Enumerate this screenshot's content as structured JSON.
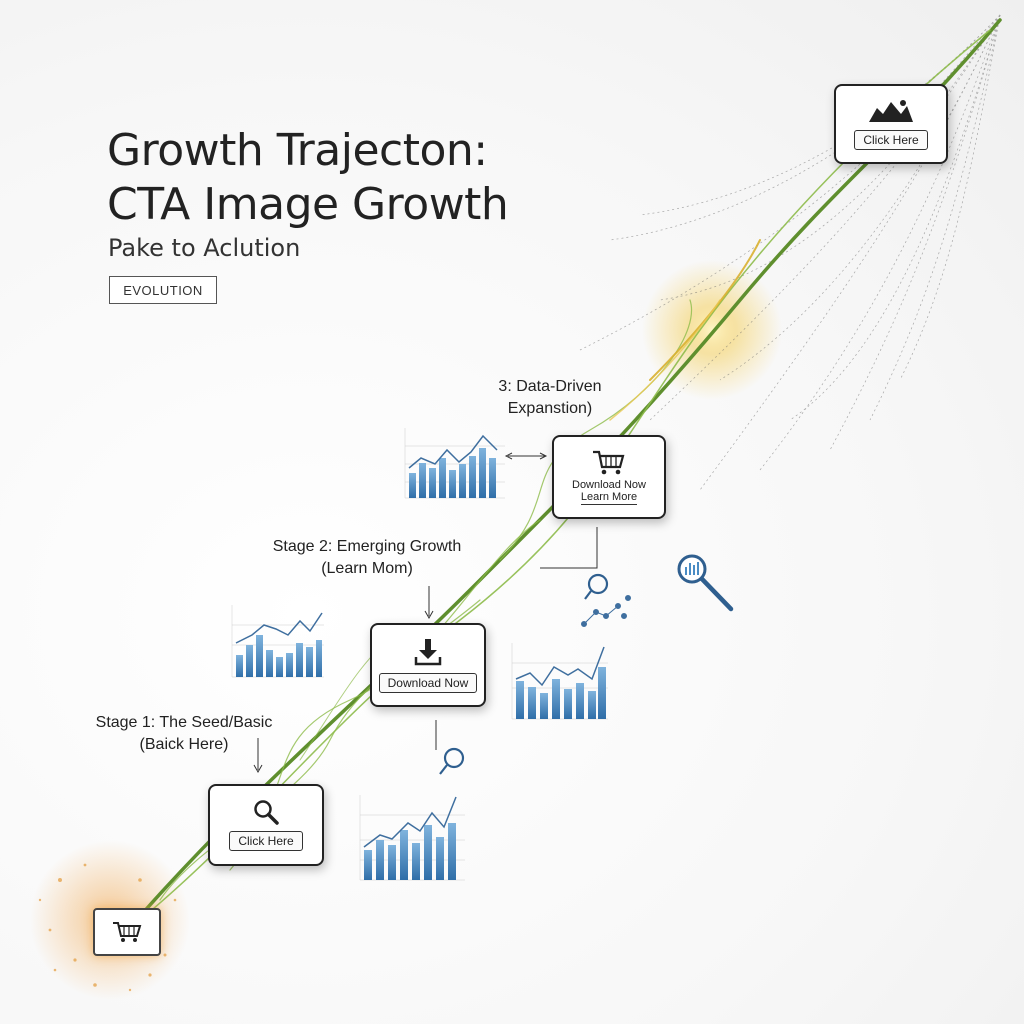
{
  "title": {
    "line1": "Growth Trajecton:",
    "line2": "CTA Image Growth"
  },
  "subtitle": "Pake to Aclution",
  "tag": "EVOLUTION",
  "stages": {
    "stage1": {
      "line1": "Stage 1: The Seed/Basic",
      "line2": "(Baick Here)"
    },
    "stage2": {
      "line1": "Stage 2: Emerging Growth",
      "line2": "(Learn Mom)"
    },
    "stage3": {
      "line1": "3: Data-Driven",
      "line2": "Expanstion)"
    }
  },
  "cards": {
    "stage1": {
      "button": "Click Here",
      "icon": "magnifier-icon"
    },
    "stage2": {
      "button": "Download Now",
      "icon": "download-icon"
    },
    "stage3": {
      "button": "Download Now",
      "link": "Learn More",
      "icon": "cart-icon"
    },
    "stage4": {
      "button": "Click Here",
      "icon": "image-icon"
    },
    "seed": {
      "icon": "cart-icon"
    }
  },
  "colors": {
    "vine": "#5f8f2e",
    "vine_light": "#8dbb4a",
    "glow": "#f5c542",
    "chart_bar": "#4a8cc4",
    "chart_line": "#3f6f9f",
    "ink": "#222222"
  }
}
